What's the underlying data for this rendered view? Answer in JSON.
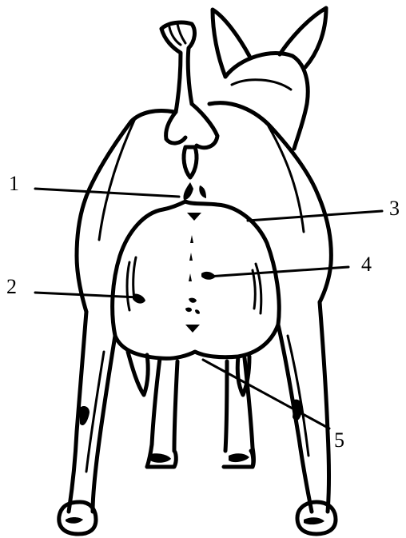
{
  "figure": {
    "subject": "goat-rear-view",
    "labels": [
      {
        "id": "1",
        "text": "1"
      },
      {
        "id": "2",
        "text": "2"
      },
      {
        "id": "3",
        "text": "3"
      },
      {
        "id": "4",
        "text": "4"
      },
      {
        "id": "5",
        "text": "5"
      }
    ],
    "colors": {
      "ink": "#000000",
      "background": "#ffffff"
    }
  }
}
